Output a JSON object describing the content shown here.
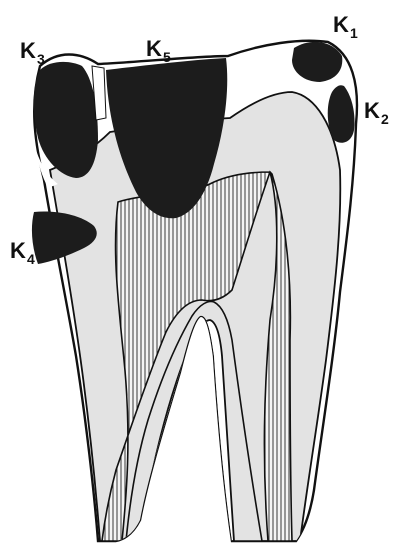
{
  "diagram": {
    "labels": {
      "k1": {
        "letter": "K",
        "sub": "1"
      },
      "k2": {
        "letter": "K",
        "sub": "2"
      },
      "k3": {
        "letter": "K",
        "sub": "3"
      },
      "k4": {
        "letter": "K",
        "sub": "4"
      },
      "k5": {
        "letter": "K",
        "sub": "5"
      }
    },
    "colors": {
      "enamel": "#ffffff",
      "dentin": "#e4e4e4",
      "pulp_stripe": "#555555",
      "lesion": "#1c1c1c",
      "outline": "#111111"
    }
  }
}
